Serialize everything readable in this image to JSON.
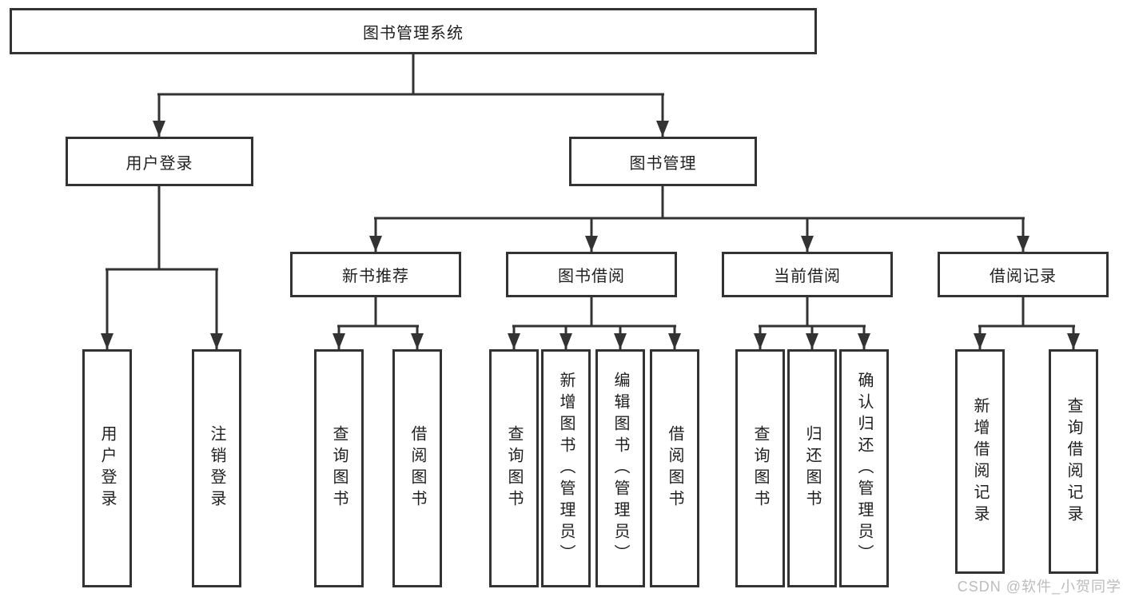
{
  "diagram": {
    "type": "hierarchy",
    "colors": {
      "line": "#333333",
      "box_border": "#333333",
      "text": "#1f1f1f",
      "watermark": "#bcbcbc",
      "background": "#ffffff"
    },
    "nodes": {
      "root": "图书管理系统",
      "user_login": "用户登录",
      "book_mgmt": "图书管理",
      "user_login_leaf": "用户登录",
      "logout_leaf": "注销登录",
      "new_book": "新书推荐",
      "book_borrow": "图书借阅",
      "current_borrow": "当前借阅",
      "borrow_record": "借阅记录",
      "nb_query": "查询图书",
      "nb_borrow": "借阅图书",
      "bb_query": "查询图书",
      "bb_add": "新增图书（管理员）",
      "bb_edit": "编辑图书（管理员）",
      "bb_borrow": "借阅图书",
      "cb_query": "查询图书",
      "cb_return": "归还图书",
      "cb_confirm": "确认归还（管理员）",
      "br_add": "新增借阅记录",
      "br_query": "查询借阅记录"
    },
    "edges": [
      [
        "root",
        "user_login"
      ],
      [
        "root",
        "book_mgmt"
      ],
      [
        "user_login",
        "user_login_leaf"
      ],
      [
        "user_login",
        "logout_leaf"
      ],
      [
        "book_mgmt",
        "new_book"
      ],
      [
        "book_mgmt",
        "book_borrow"
      ],
      [
        "book_mgmt",
        "current_borrow"
      ],
      [
        "book_mgmt",
        "borrow_record"
      ],
      [
        "new_book",
        "nb_query"
      ],
      [
        "new_book",
        "nb_borrow"
      ],
      [
        "book_borrow",
        "bb_query"
      ],
      [
        "book_borrow",
        "bb_add"
      ],
      [
        "book_borrow",
        "bb_edit"
      ],
      [
        "book_borrow",
        "bb_borrow"
      ],
      [
        "current_borrow",
        "cb_query"
      ],
      [
        "current_borrow",
        "cb_return"
      ],
      [
        "current_borrow",
        "cb_confirm"
      ],
      [
        "borrow_record",
        "br_add"
      ],
      [
        "borrow_record",
        "br_query"
      ]
    ],
    "watermark": "CSDN @软件_小贺同学"
  }
}
